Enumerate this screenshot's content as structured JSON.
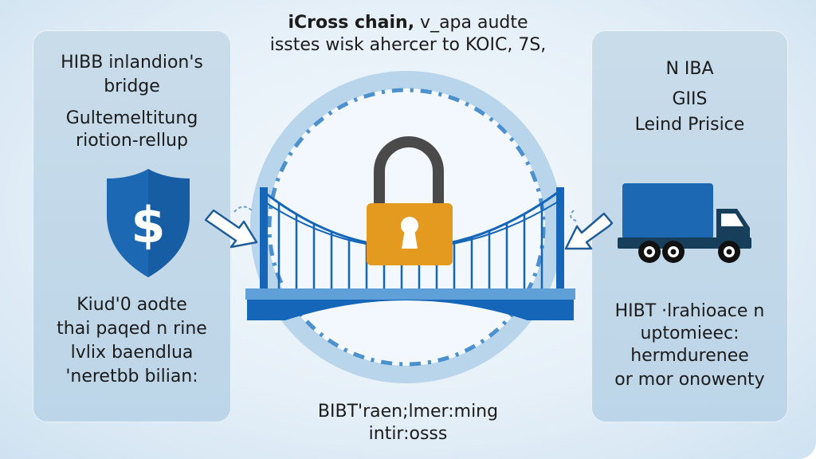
{
  "header": {
    "title_bold": "iCross chain,",
    "title_rest": " v_apa audte",
    "subtitle": "isstes wisk ahercer to KOIC, 7S,"
  },
  "left_panel": {
    "title_lines": [
      "HIBB inlandion's",
      "bridge"
    ],
    "subtitle_lines": [
      "Gultemeltitung",
      "riotion-rellup"
    ],
    "icon": "shield-dollar-icon",
    "icon_glyph": "$",
    "body_lines": [
      "Kiud'0 aodte",
      "thai paqed n rine",
      "lvlix baendlua",
      "'neretbb bilian:"
    ]
  },
  "right_panel": {
    "title_lines": [
      "N IBA",
      "GIIS",
      "Leind Prisice"
    ],
    "icon": "truck-icon",
    "body_lines": [
      "HIBT ·lrahioace n",
      "uptomieec:",
      "hermdurenee",
      "or mor onowenty"
    ]
  },
  "center": {
    "graphic": [
      "dashed-ring",
      "suspension-bridge-icon",
      "padlock-icon"
    ],
    "caption_lines": [
      "BIBT'raen;lmer:ming",
      "intir:osss"
    ]
  },
  "colors": {
    "bridge_blue": "#1565b8",
    "ring_blue": "#a9cbe6",
    "lock_orange": "#e39a1e",
    "lock_shackle": "#4a4a4a",
    "truck_cab": "#173f5c",
    "panel_bg": "#c3d9ea"
  }
}
